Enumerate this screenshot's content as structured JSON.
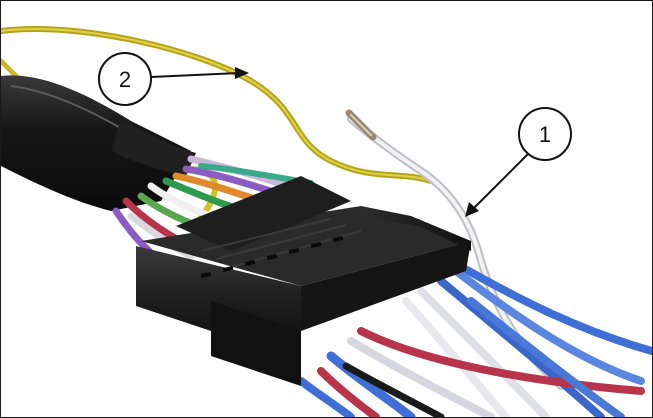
{
  "figure": {
    "callouts": [
      {
        "number": "1",
        "points_to": "white-wire-end"
      },
      {
        "number": "2",
        "points_to": "yellow-wire"
      }
    ]
  },
  "colors": {
    "background": "#ffffff",
    "frame": "#1a1a1a",
    "connector": "#1e1e1e",
    "sleeve": "#151515",
    "yellow_wire": "#c9b81f",
    "white_wire": "#e8e8ec",
    "blue_wire": "#3f6fd6",
    "red_wire": "#b8344c",
    "green_wire": "#2e9b4c",
    "purple_wire": "#8a5cc4",
    "orange_wire": "#e08a2c"
  }
}
